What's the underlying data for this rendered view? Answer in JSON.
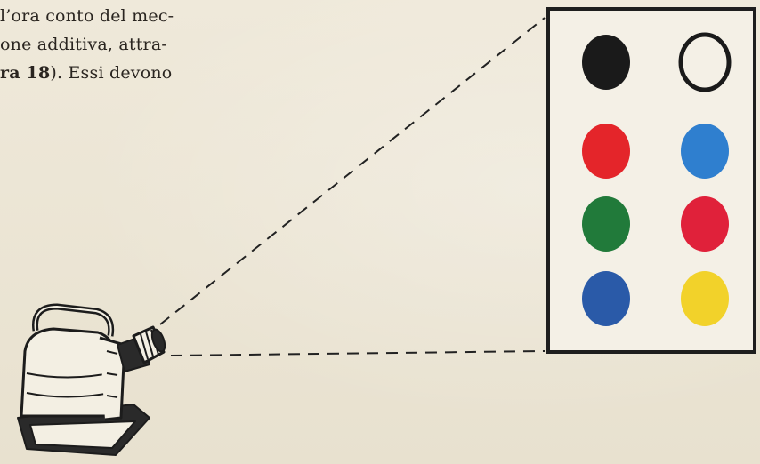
{
  "text": {
    "line1": "l’ora conto del mec-",
    "line2": "one additiva, attra-",
    "line3_bold": "ra 18",
    "line3_rest": "). Essi devono"
  },
  "screen": {
    "dots": [
      {
        "color": "#1a1a1a",
        "filled": true
      },
      {
        "color": "#1a1a1a",
        "filled": false
      },
      {
        "color": "#e4252a",
        "filled": true
      },
      {
        "color": "#2f7fcf",
        "filled": true
      },
      {
        "color": "#217a3a",
        "filled": true
      },
      {
        "color": "#e0213a",
        "filled": true
      },
      {
        "color": "#2a5aa8",
        "filled": true
      },
      {
        "color": "#f2d22a",
        "filled": true
      }
    ]
  },
  "projector": {
    "icon": "slide-projector-icon"
  }
}
